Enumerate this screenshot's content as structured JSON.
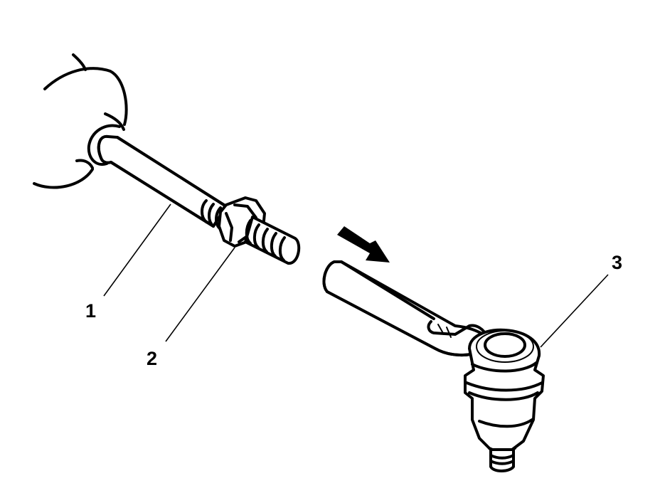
{
  "diagram": {
    "type": "technical-illustration",
    "subject": "tie rod end installation",
    "background": "#ffffff",
    "ink_color": "#000000",
    "callouts": [
      {
        "id": "1",
        "label": "1",
        "part": "inner tie rod"
      },
      {
        "id": "2",
        "label": "2",
        "part": "jam nut"
      },
      {
        "id": "3",
        "label": "3",
        "part": "outer tie rod end"
      }
    ],
    "arrow": {
      "icon": "direction-arrow-icon",
      "direction": "down-right"
    }
  }
}
